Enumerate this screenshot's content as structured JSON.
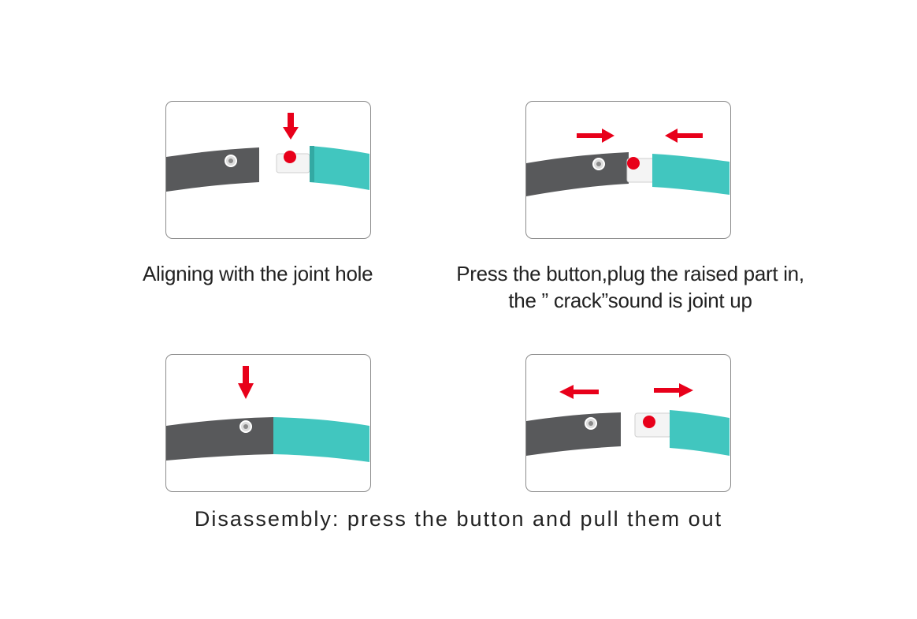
{
  "steps": [
    {
      "caption": "Aligning with the joint hole"
    },
    {
      "caption_line1": "Press the button,plug the raised part in,",
      "caption_line2": "the ” crack”sound is joint up"
    },
    {},
    {}
  ],
  "footer": {
    "text": "Disassembly: press the button and pull them out"
  },
  "colors": {
    "tube_gray": "#58595b",
    "tube_teal": "#41c6bf",
    "button_white": "#f4f4f4",
    "arrow_red": "#e8001a",
    "dot_red": "#e8001a",
    "panel_border": "#8c8c8c"
  }
}
